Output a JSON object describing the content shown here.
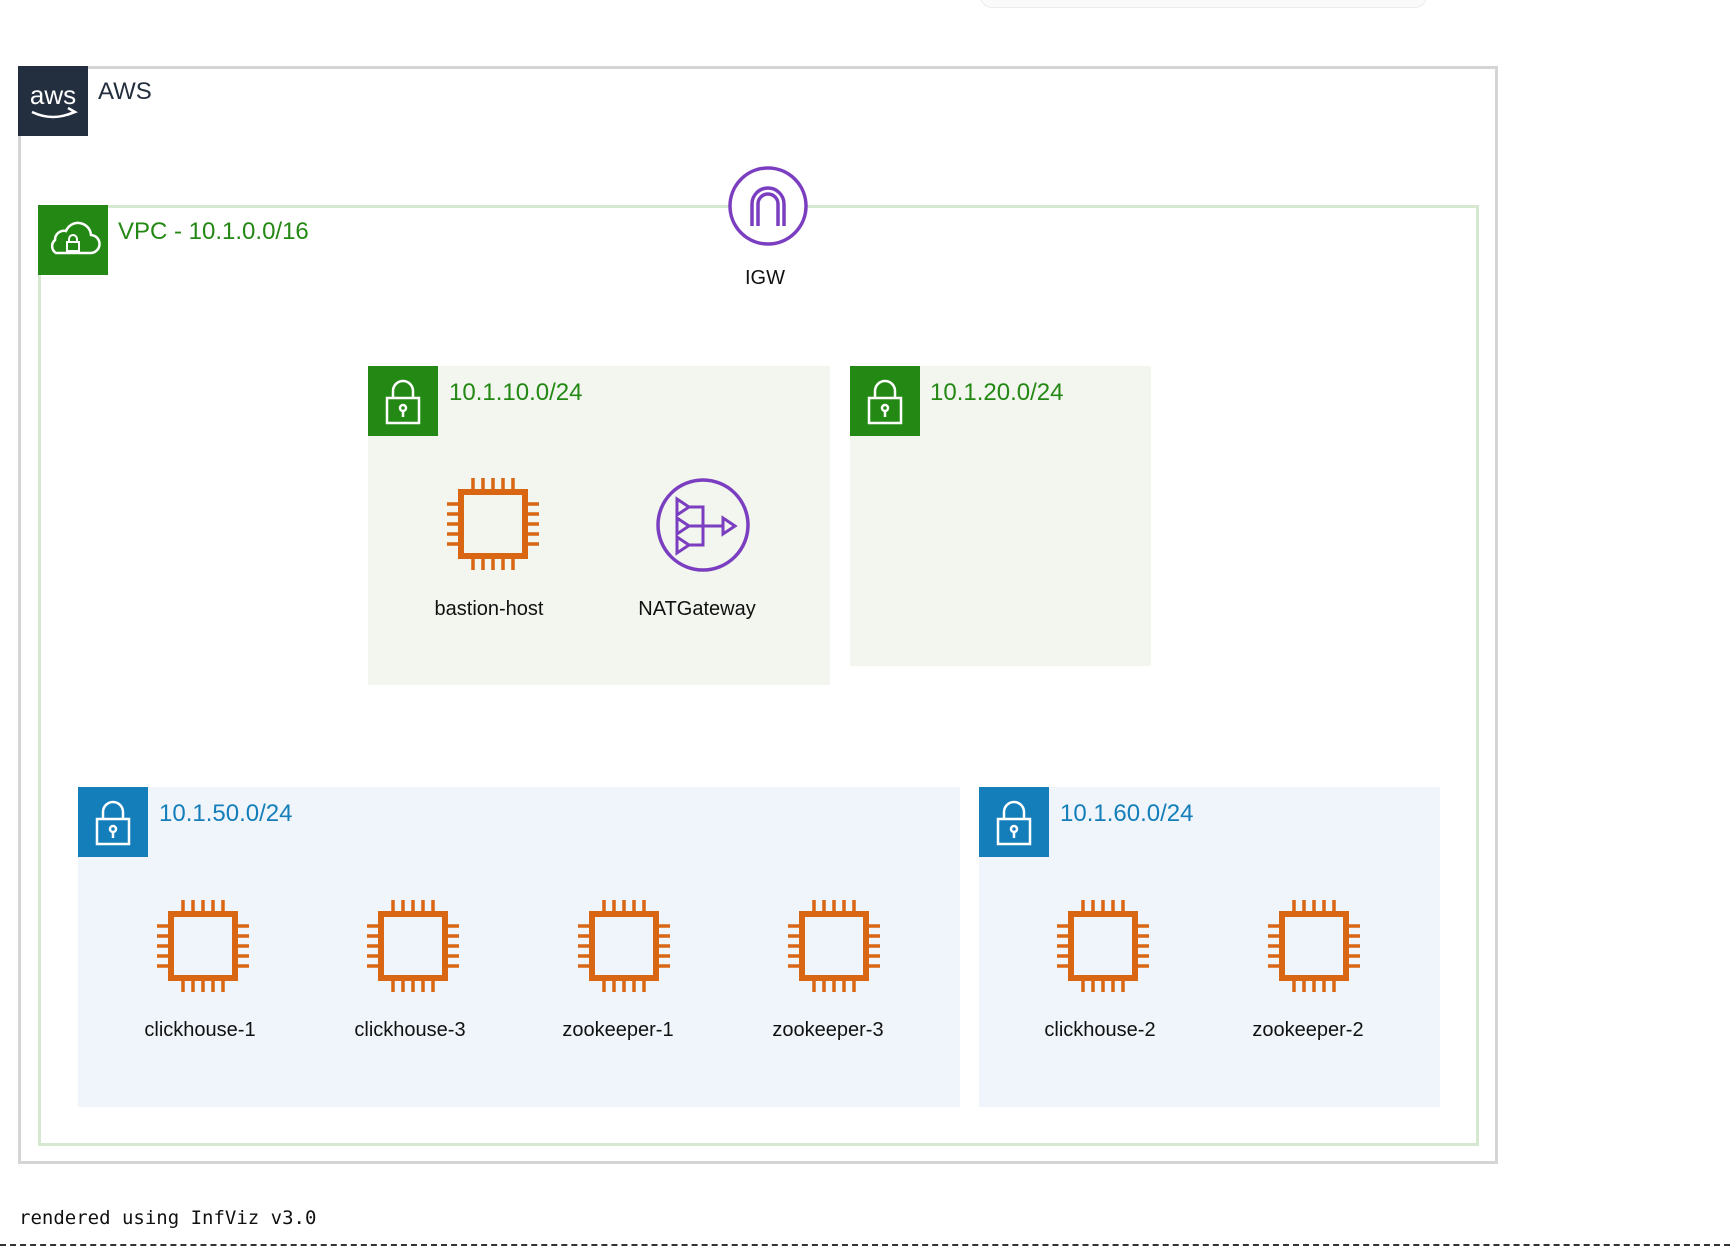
{
  "diagram": {
    "aws": {
      "label": "AWS",
      "logo_text": "aws",
      "icon": "aws-logo"
    },
    "vpc": {
      "label": "VPC - 10.1.0.0/16",
      "icon": "vpc-cloud-lock-icon",
      "color": "#248814"
    },
    "igw": {
      "label": "IGW",
      "icon": "internet-gateway-icon",
      "color": "#7b3ec0"
    },
    "subnets": [
      {
        "cidr": "10.1.10.0/24",
        "type": "public",
        "nodes": [
          {
            "label": "bastion-host",
            "icon": "ec2-instance-icon"
          },
          {
            "label": "NATGateway",
            "icon": "nat-gateway-icon"
          }
        ]
      },
      {
        "cidr": "10.1.20.0/24",
        "type": "public",
        "nodes": []
      },
      {
        "cidr": "10.1.50.0/24",
        "type": "private",
        "nodes": [
          {
            "label": "clickhouse-1",
            "icon": "ec2-instance-icon"
          },
          {
            "label": "clickhouse-3",
            "icon": "ec2-instance-icon"
          },
          {
            "label": "zookeeper-1",
            "icon": "ec2-instance-icon"
          },
          {
            "label": "zookeeper-3",
            "icon": "ec2-instance-icon"
          }
        ]
      },
      {
        "cidr": "10.1.60.0/24",
        "type": "private",
        "nodes": [
          {
            "label": "clickhouse-2",
            "icon": "ec2-instance-icon"
          },
          {
            "label": "zookeeper-2",
            "icon": "ec2-instance-icon"
          }
        ]
      }
    ],
    "colors": {
      "public_subnet": "#248814",
      "private_subnet": "#147eba",
      "compute": "#d86613"
    }
  },
  "footer": {
    "text": "rendered using InfViz v3.0"
  }
}
